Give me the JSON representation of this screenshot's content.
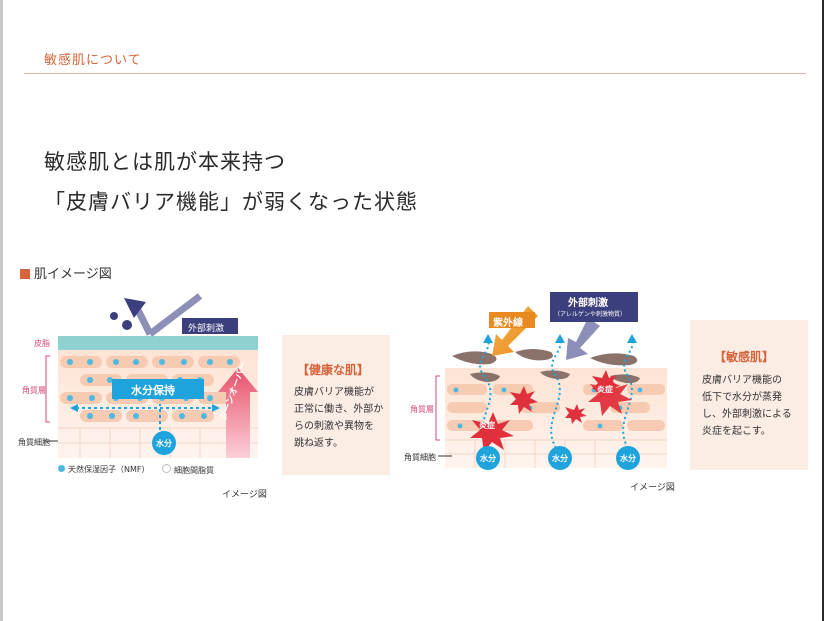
{
  "section_title": "敏感肌について",
  "headline": [
    "敏感肌とは肌が本来持つ",
    "「皮膚バリア機能」が弱くなった状態"
  ],
  "figure_heading": "肌イメージ図",
  "healthy": {
    "labels": {
      "stratum": "皮脂",
      "horny_layer": "角質層",
      "horny_cell": "角質細胞",
      "external": "外部刺激",
      "moisture_hold": "水分保持",
      "water": "水分",
      "turnover": "ターンオーバー"
    },
    "legend": [
      "天然保湿因子（NMF）",
      "細胞間脂質"
    ],
    "caption": "イメージ図",
    "card_title": "【健康な肌】",
    "card_lines": [
      "皮膚バリア機能が",
      "正常に働き、外部か",
      "らの刺激や異物を",
      "跳ね返す。"
    ]
  },
  "sensitive": {
    "labels": {
      "uv": "紫外線",
      "external": "外部刺激",
      "external_sub": "（アレルゲンや刺激物質）",
      "horny_layer": "角質層",
      "horny_cell": "角質細胞",
      "inflammation": "炎症",
      "water": "水分"
    },
    "caption": "イメージ図",
    "card_title": "【敏感肌】",
    "card_lines": [
      "皮膚バリア機能の",
      "低下で水分が蒸発",
      "し、外部刺激による",
      "炎症を起こす。"
    ]
  },
  "colors": {
    "accent": "#d5643a",
    "pink_label": "#d54a7a",
    "card_bg": "#fbece4",
    "navy": "#3b3f7d",
    "water_blue": "#1fa3dc",
    "sebum_teal": "#8fd0d0",
    "red_burst": "#e0303c"
  }
}
